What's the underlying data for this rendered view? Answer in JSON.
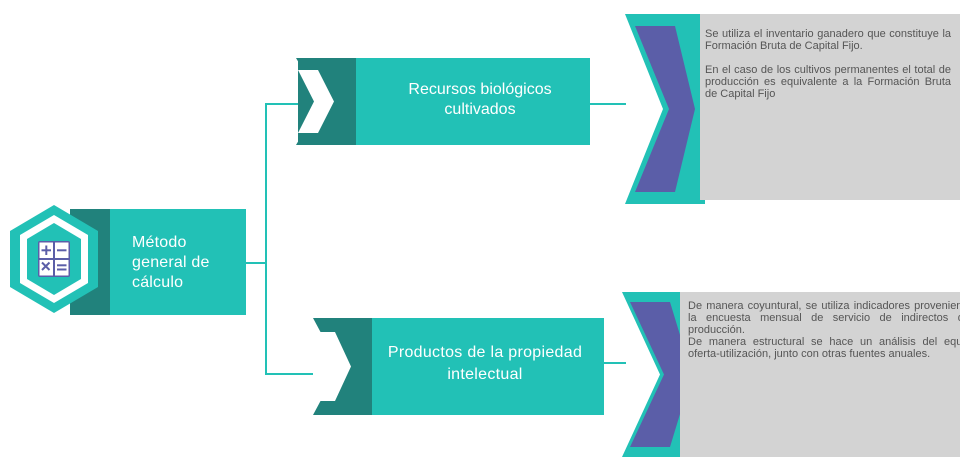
{
  "root": {
    "title": "Método general de cálculo",
    "icon": "calculator-icon"
  },
  "branches": [
    {
      "title": "Recursos biológicos cultivados",
      "description": [
        "Se utiliza el inventario ganadero que constituye la Formación Bruta de Capital Fijo.",
        "En el caso de los cultivos permanentes el total de producción es equivalente a la Formación Bruta de Capital Fijo"
      ]
    },
    {
      "title": "Productos de la propiedad intelectual",
      "description": [
        "De manera coyuntural, se utiliza indicadores proveniente de la encuesta mensual de servicio de indirectos de la producción.",
        "De manera estructural se hace un análisis del equilibrio oferta-utilización, junto con otras fuentes anuales."
      ]
    }
  ],
  "colors": {
    "teal": "#22c1b6",
    "teal_dark": "#21827c",
    "purple": "#5b5ea8",
    "gray": "#d3d3d3"
  }
}
